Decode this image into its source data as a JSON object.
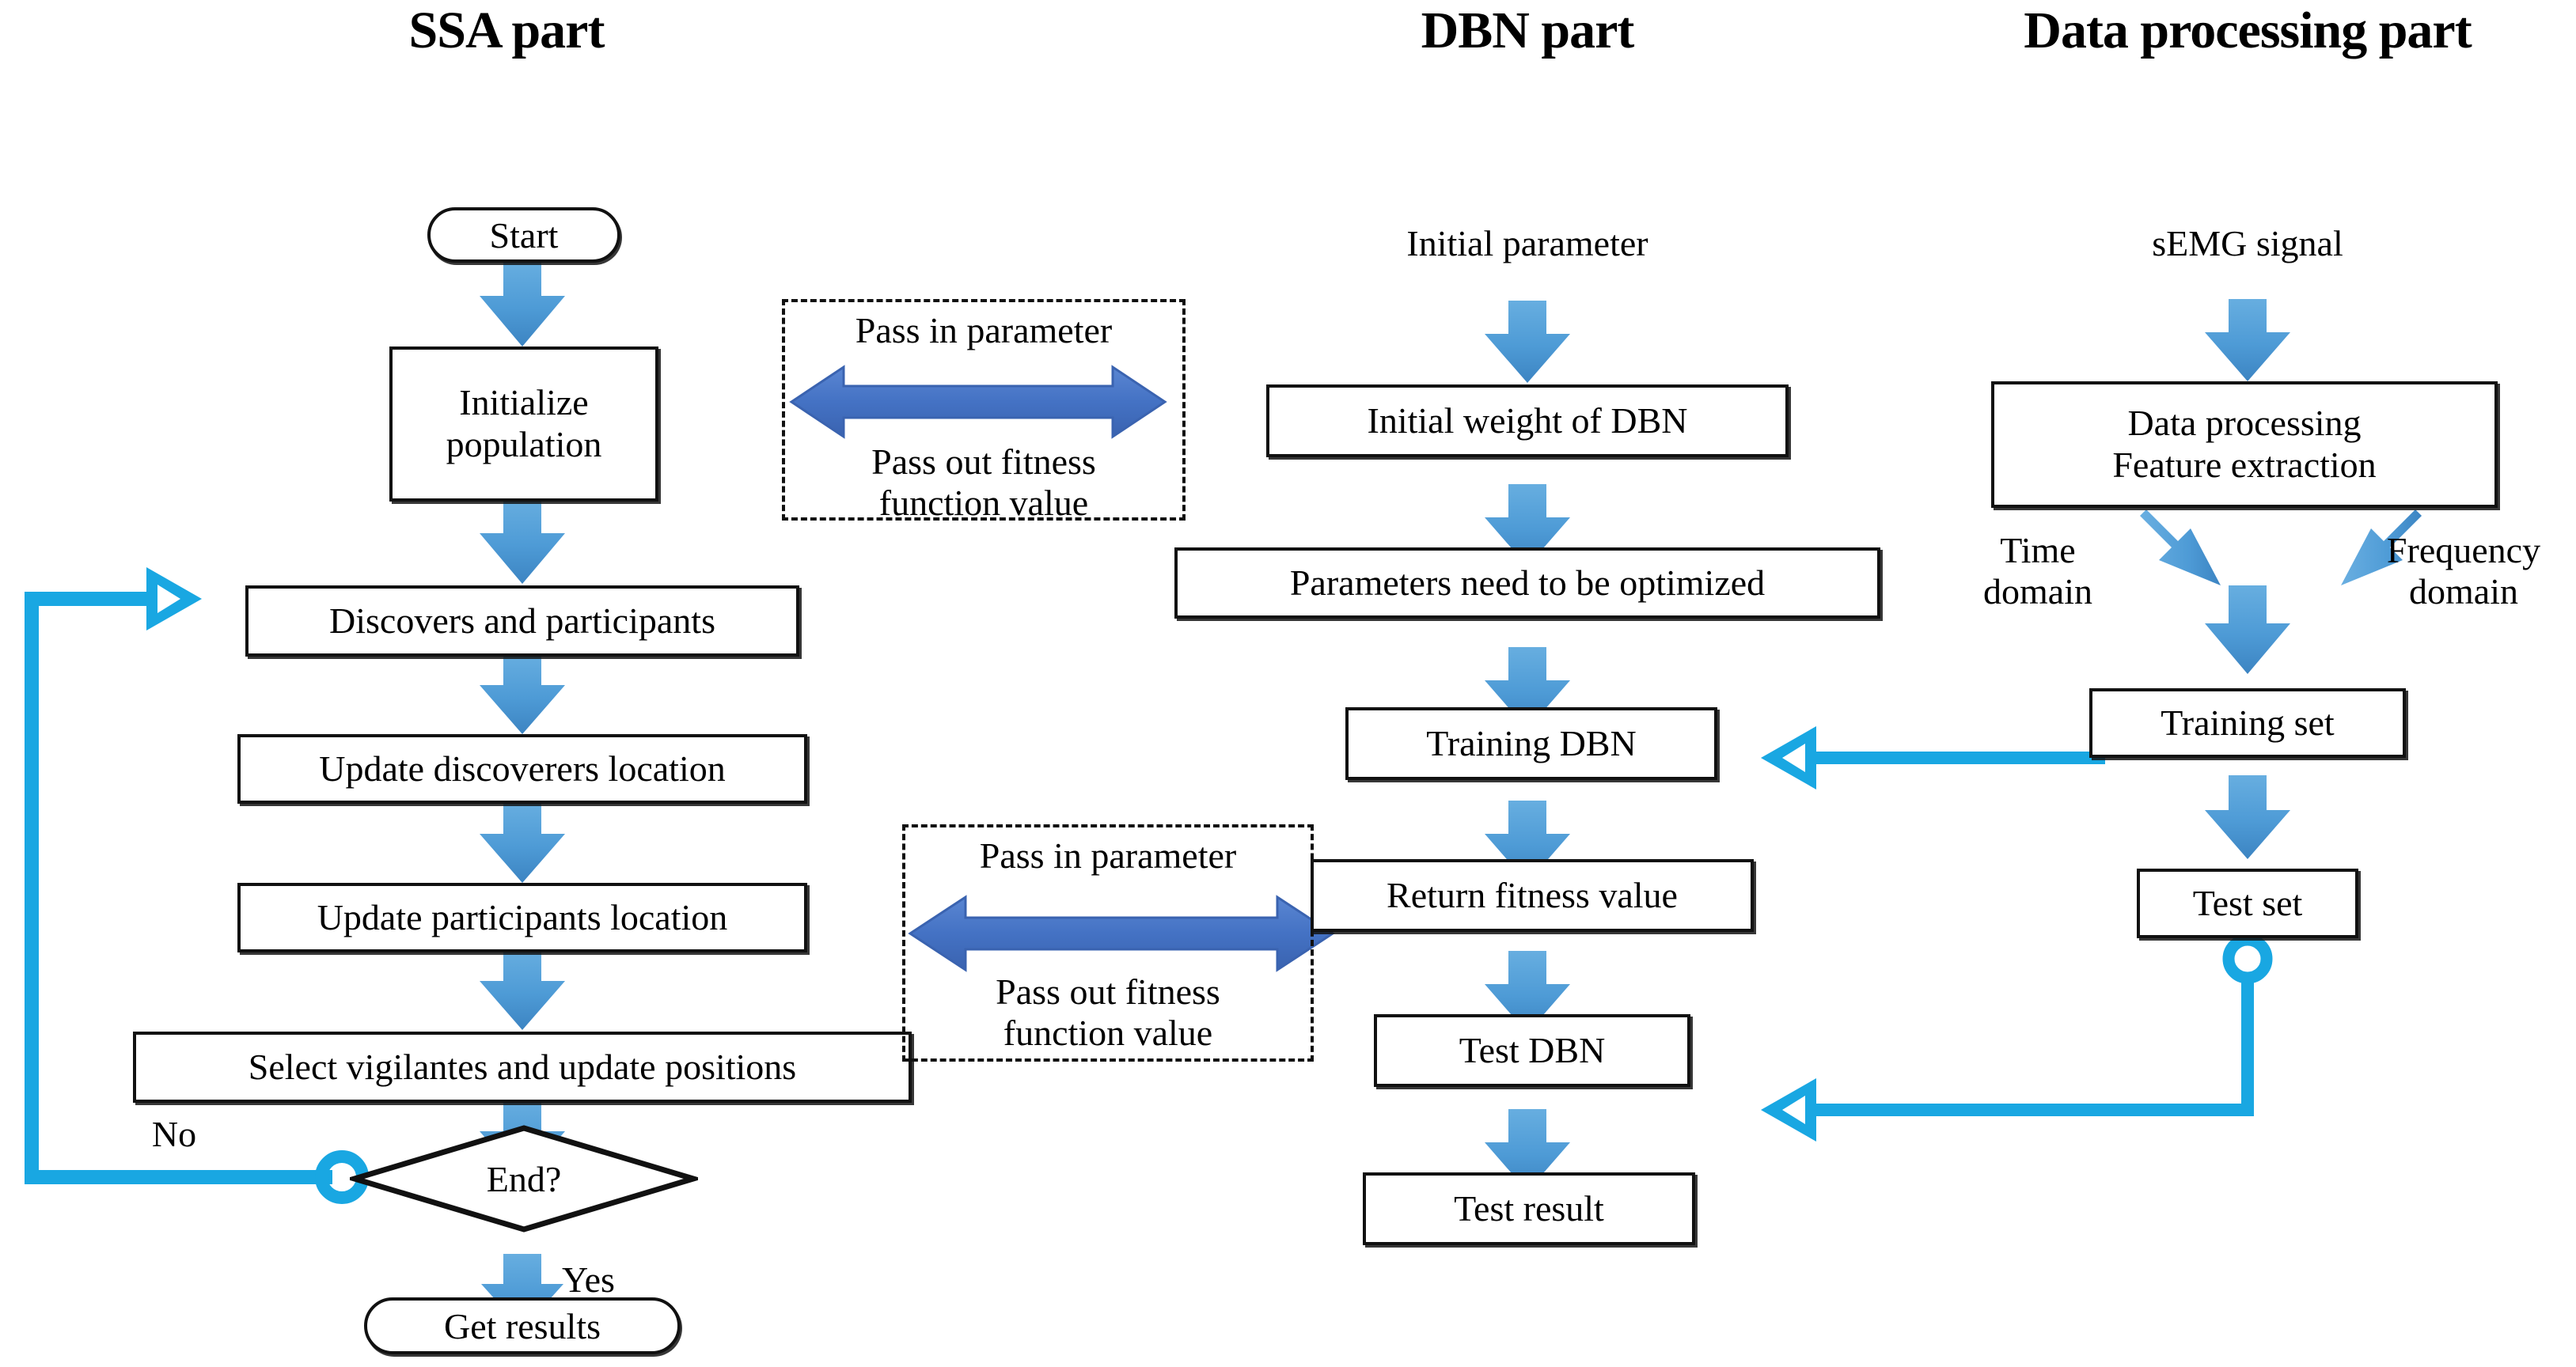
{
  "titles": {
    "ssa": "SSA part",
    "dbn": "DBN part",
    "data": "Data processing part"
  },
  "ssa_part": {
    "start": "Start",
    "initialize": "Initialize population",
    "initialize_line1": "Initialize",
    "initialize_line2": "population",
    "discovers": "Discovers and participants",
    "update_discoverers": "Update discoverers location",
    "update_participants": "Update participants location",
    "select_vigilantes": "Select vigilantes and update positions",
    "decision": "End?",
    "label_no": "No",
    "label_yes": "Yes",
    "get_results": "Get results"
  },
  "dbn_part": {
    "initial_parameter": "Initial parameter",
    "initial_weight": "Initial weight of DBN",
    "parameters_optimized": "Parameters need to be optimized",
    "training_dbn": "Training DBN",
    "return_fitness": "Return fitness value",
    "test_dbn": "Test DBN",
    "test_result": "Test result"
  },
  "data_part": {
    "semg_signal": "sEMG signal",
    "processing_line1": "Data processing",
    "processing_line2": "Feature extraction",
    "time_domain_line1": "Time",
    "time_domain_line2": "domain",
    "frequency_domain_line1": "Frequency",
    "frequency_domain_line2": "domain",
    "training_set": "Training set",
    "test_set": "Test set"
  },
  "exchange_panels": [
    {
      "id": "upper",
      "pass_in": "Pass in parameter",
      "pass_out_line1": "Pass out fitness",
      "pass_out_line2": "function value"
    },
    {
      "id": "lower",
      "pass_in": "Pass in parameter",
      "pass_out_line1": "Pass out fitness",
      "pass_out_line2": "function value"
    }
  ],
  "colors": {
    "flow_arrow_blue": "#4F9AD6",
    "flow_arrow_blue_dark": "#3E86C4",
    "exchange_arrow_blue": "#4472C4",
    "connector_cyan": "#19A7E2",
    "outline_black": "#111111",
    "background": "#FFFFFF"
  }
}
